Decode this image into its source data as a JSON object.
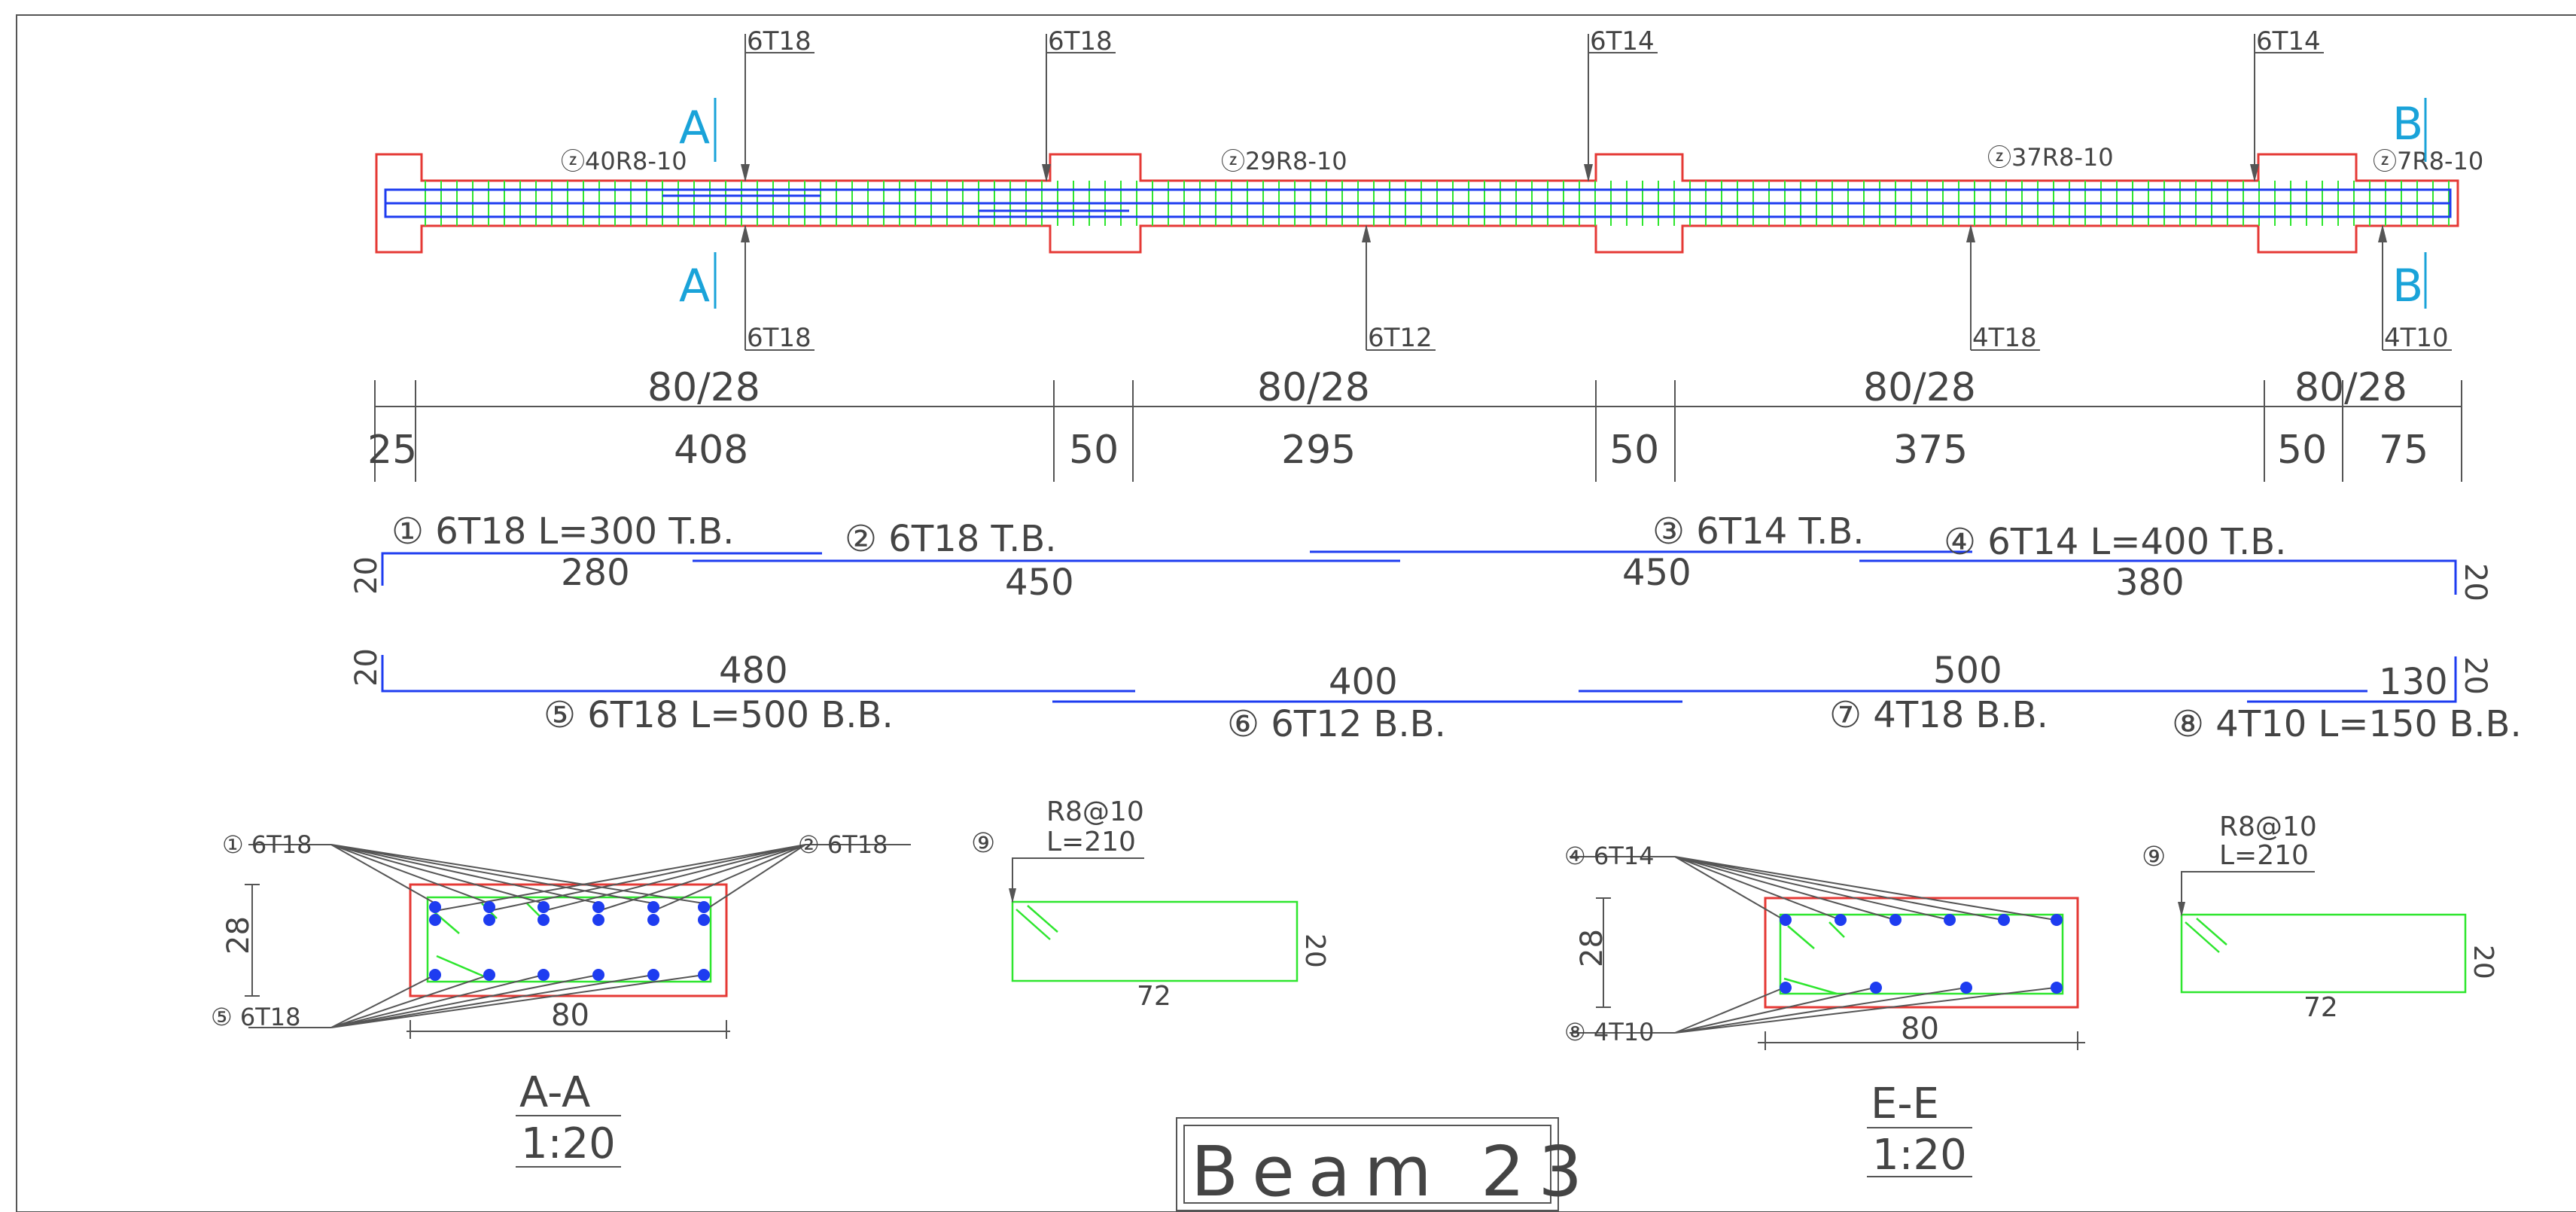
{
  "elevation": {
    "top_bars": [
      "6T18",
      "6T18",
      "6T14",
      "6T14"
    ],
    "bottom_bars": [
      "6T18",
      "6T12",
      "4T18",
      "4T10"
    ],
    "stirrups": [
      "ⓩ40R8-10",
      "ⓩ29R8-10",
      "ⓩ37R8-10",
      "ⓩ7R8-10"
    ],
    "section_marks": {
      "a": "A",
      "b": "B"
    }
  },
  "dimensions": {
    "spans": [
      "80/28",
      "80/28",
      "80/28",
      "80/28"
    ],
    "segments": [
      "25",
      "408",
      "50",
      "295",
      "50",
      "375",
      "50",
      "75"
    ]
  },
  "top_schedule": {
    "labels": [
      "① 6T18 L=300 T.B.",
      "② 6T18 T.B.",
      "③ 6T14 T.B.",
      "④ 6T14 L=400 T.B."
    ],
    "lengths": [
      "280",
      "450",
      "450",
      "380"
    ],
    "hooks": [
      "20",
      "20"
    ]
  },
  "bottom_schedule": {
    "labels": [
      "⑤ 6T18 L=500 B.B.",
      "⑥ 6T12 B.B.",
      "⑦ 4T18 B.B.",
      "⑧ 4T10 L=150 B.B."
    ],
    "lengths": [
      "480",
      "400",
      "500",
      "130"
    ],
    "hooks": [
      "20",
      "20"
    ]
  },
  "section_aa": {
    "callouts": [
      "① 6T18",
      "② 6T18",
      "⑤ 6T18"
    ],
    "height": "28",
    "width": "80",
    "title": "A-A",
    "scale": "1:20"
  },
  "stirrup_detail_1": {
    "callout": "⑨",
    "spec": "R8@10",
    "length": "L=210",
    "width": "72",
    "height": "20"
  },
  "section_ee": {
    "callouts": [
      "④ 6T14",
      "⑧ 4T10"
    ],
    "height": "28",
    "width": "80",
    "title": "E-E",
    "scale": "1:20"
  },
  "stirrup_detail_2": {
    "callout": "⑨",
    "spec": "R8@10",
    "length": "L=210",
    "width": "72",
    "height": "20"
  },
  "title_block": {
    "title": "Beam 23"
  },
  "colors": {
    "concrete": "#e53935",
    "rebar": "#1e3cf0",
    "stirrup": "#2ee62e",
    "section_mark": "#1aa3d9"
  }
}
